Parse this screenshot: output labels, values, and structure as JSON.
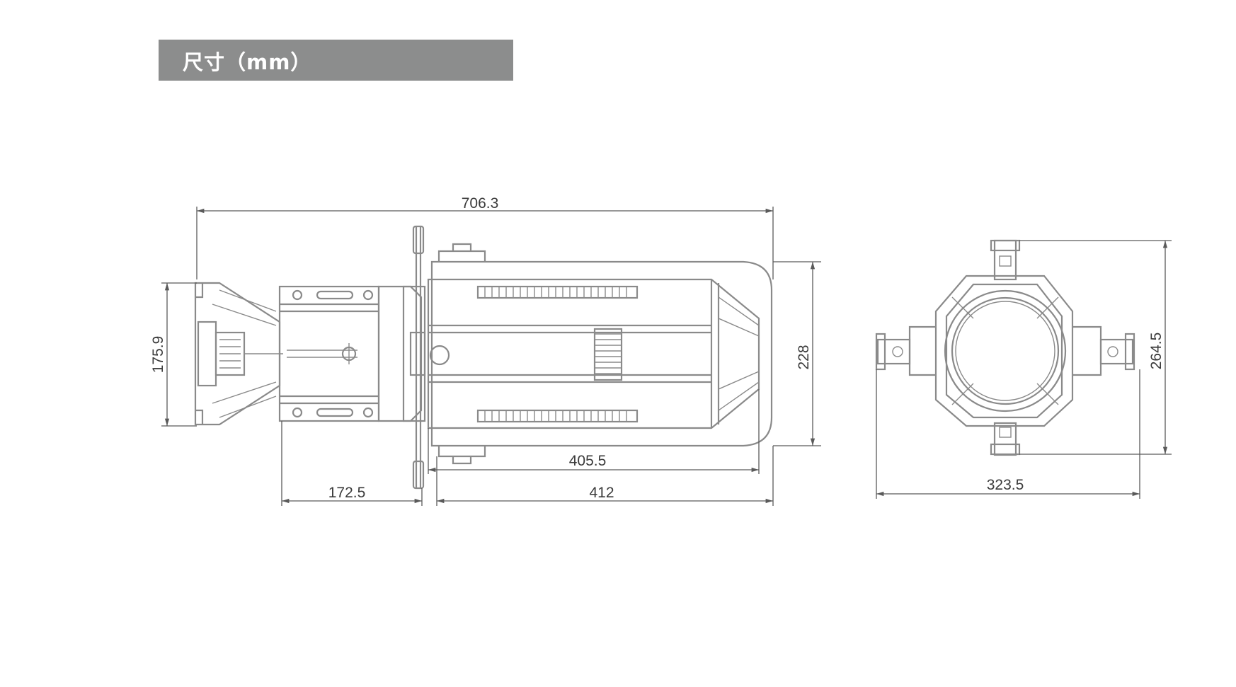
{
  "title": "尺寸（mm）",
  "dimensions": {
    "overall_length": "706.3",
    "height_side": "175.9",
    "body_height": "228",
    "lens_length": "172.5",
    "body_length": "412",
    "housing_length": "405.5",
    "front_height": "264.5",
    "front_width": "323.5"
  },
  "colors": {
    "title_bg": "#8c8d8d",
    "outline": "#8a8a8a",
    "dimension_line": "#5a5a5a"
  }
}
